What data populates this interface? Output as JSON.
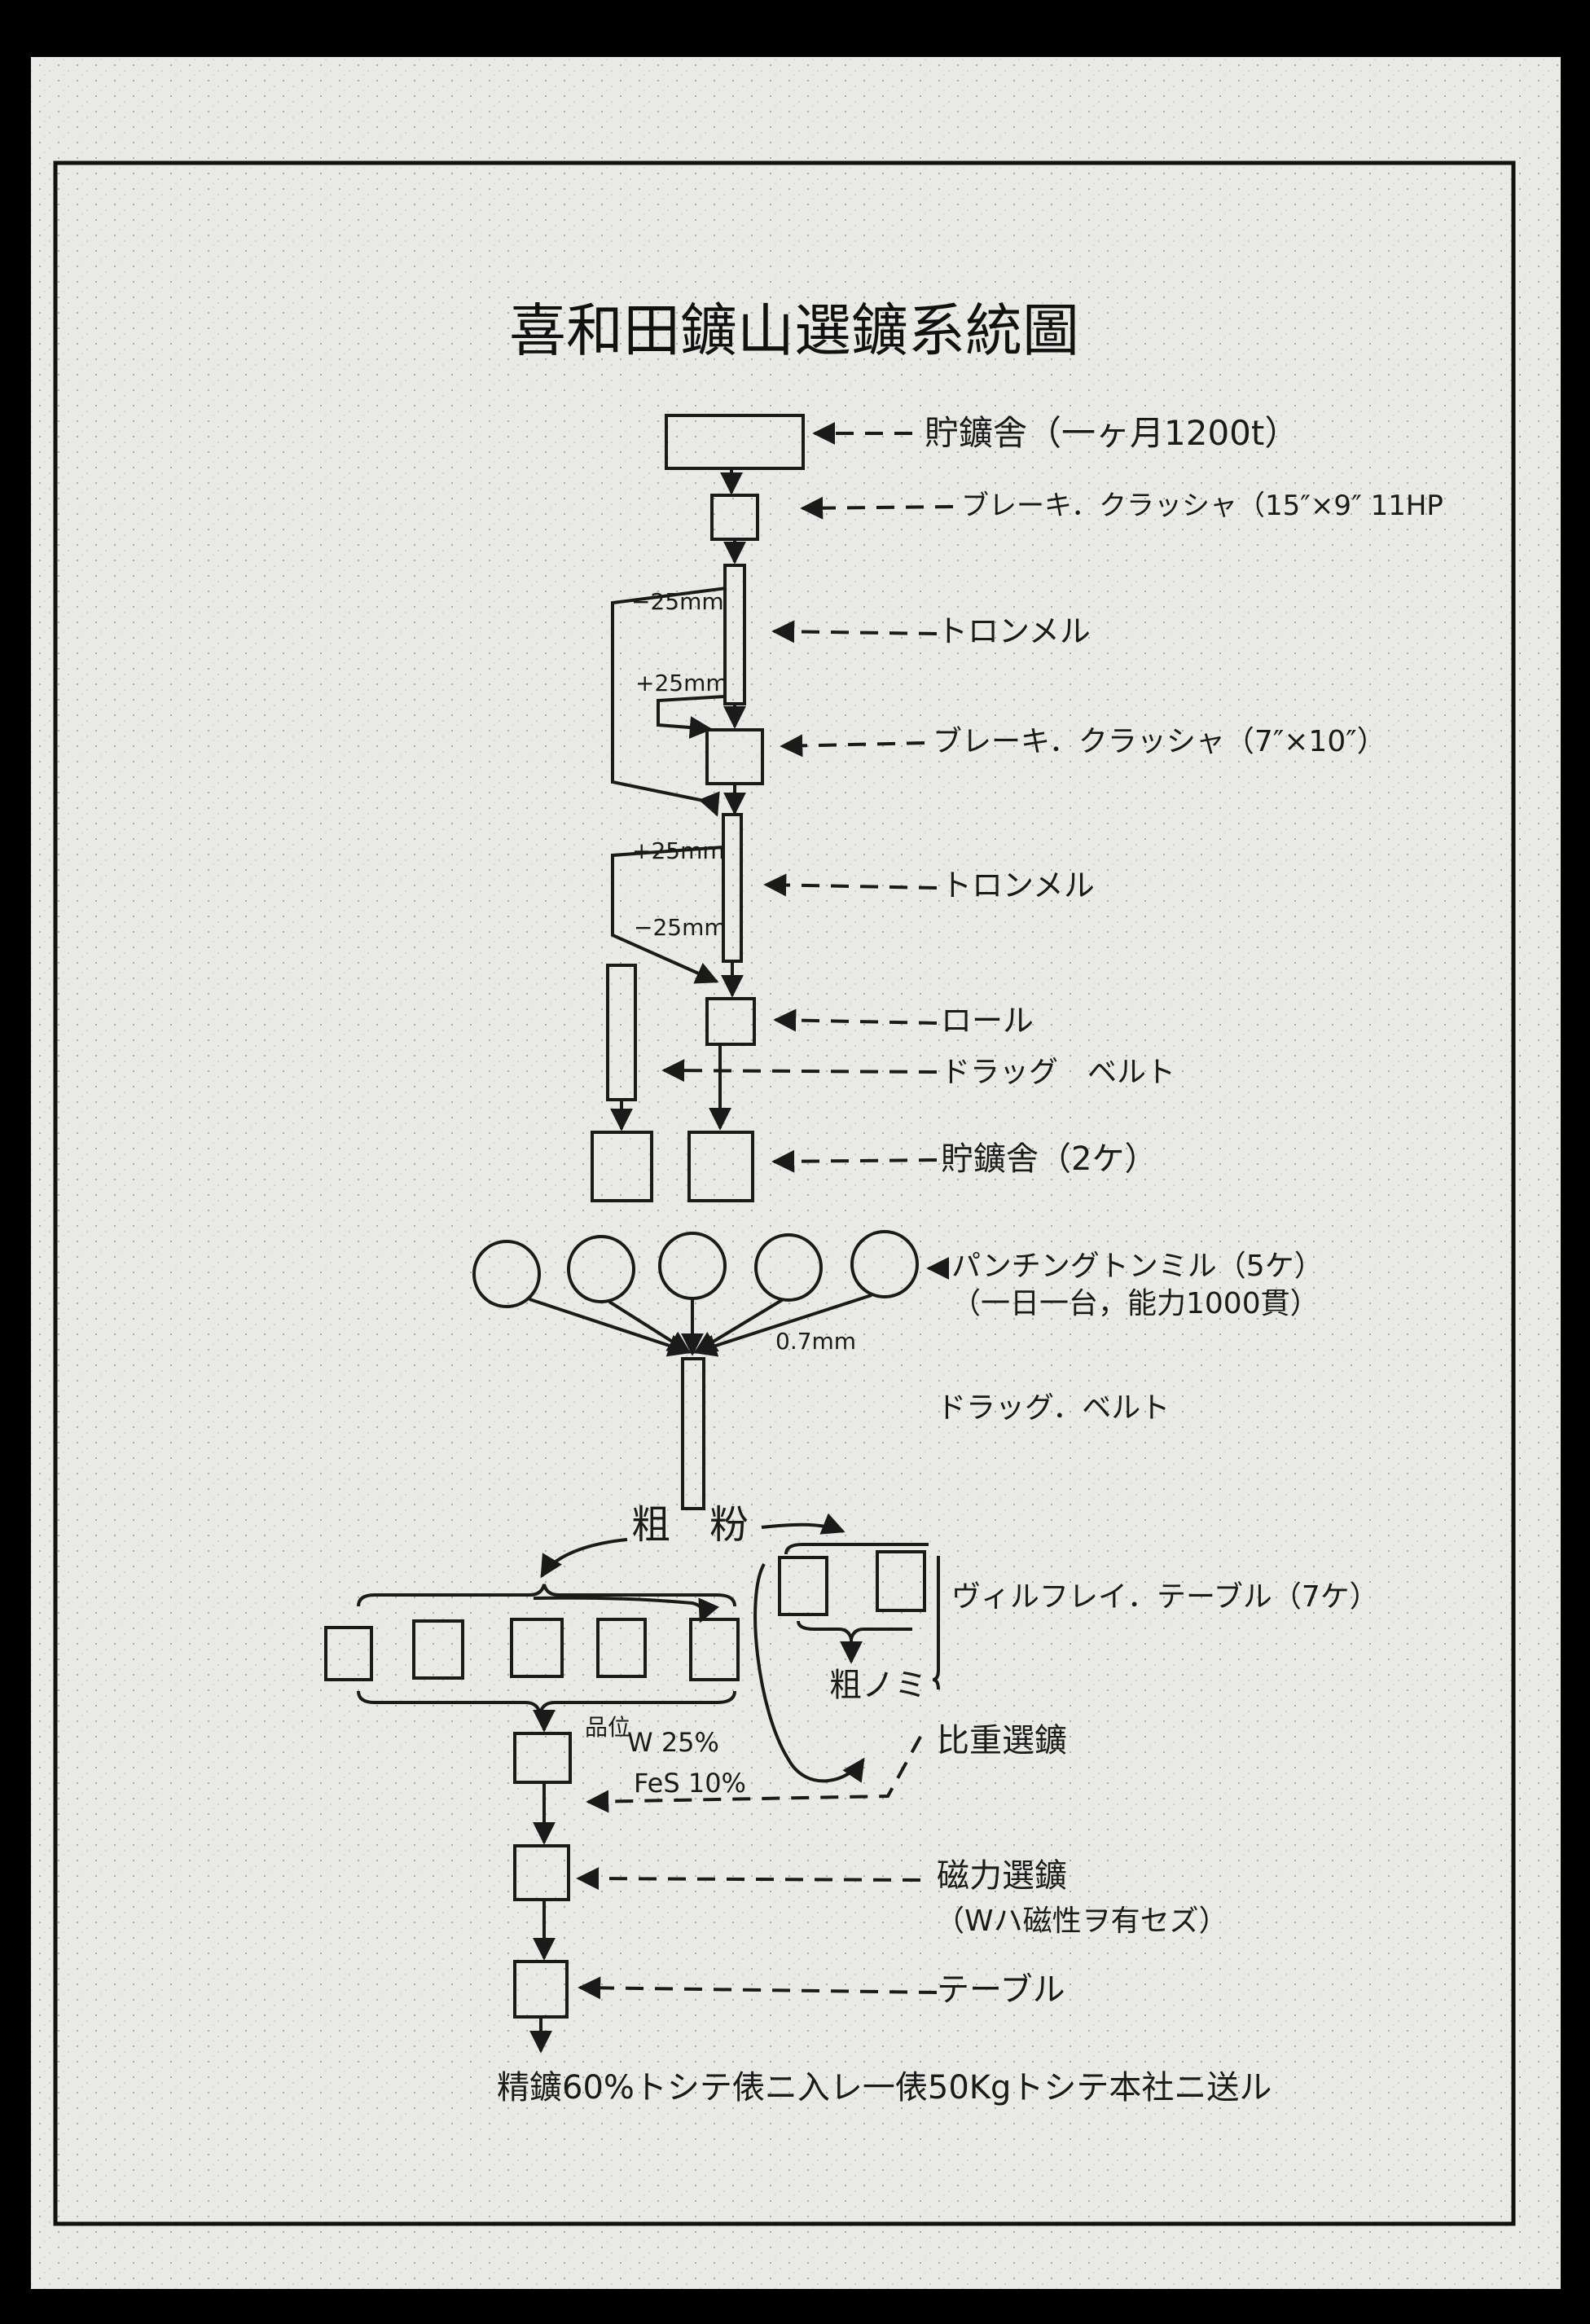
{
  "title": "喜和田鑛山選鑛系統圖",
  "colors": {
    "paper": "#e9e9e6",
    "ink": "#1a1a1a",
    "frame": "#000000"
  },
  "labels": {
    "ore_bin_1": "貯鑛舎（一ヶ月1200t）",
    "breaker_1": "ブレーキ．クラッシャ（15″×9″ 11HP",
    "trommel_1": "トロンメル",
    "breaker_2": "ブレーキ．クラッシャ（7″×10″）",
    "trommel_2": "トロンメル",
    "roll": "ロール",
    "drag_belt_1": "ドラッグ　ベルト",
    "ore_bin_2": "貯鑛舎（2ケ）",
    "mill_1": "パンチングトンミル（5ケ）",
    "mill_2": "（一日一台，能力1000貫）",
    "drag_belt_2": "ドラッグ．ベルト",
    "coarse": "粗　粉",
    "wilfley": "ヴィルフレイ．テーブル（7ケ）",
    "coarse_tail": "粗ノミ",
    "gravity": "比重選鑛",
    "grade_1": "品位",
    "grade_2": "W 25%",
    "grade_3": "FeS 10%",
    "magnetic_1": "磁力選鑛",
    "magnetic_2": "（Wハ磁性ヲ有セズ）",
    "table": "テーブル",
    "footer": "精鑛60%トシテ俵ニ入レ一俵50Kgトシテ本社ニ送ル",
    "size_m25_a": "−25mm",
    "size_p25_a": "+25mm",
    "size_p25_b": "+25mm",
    "size_m25_b": "−25mm",
    "size_07": "0.7mm"
  }
}
